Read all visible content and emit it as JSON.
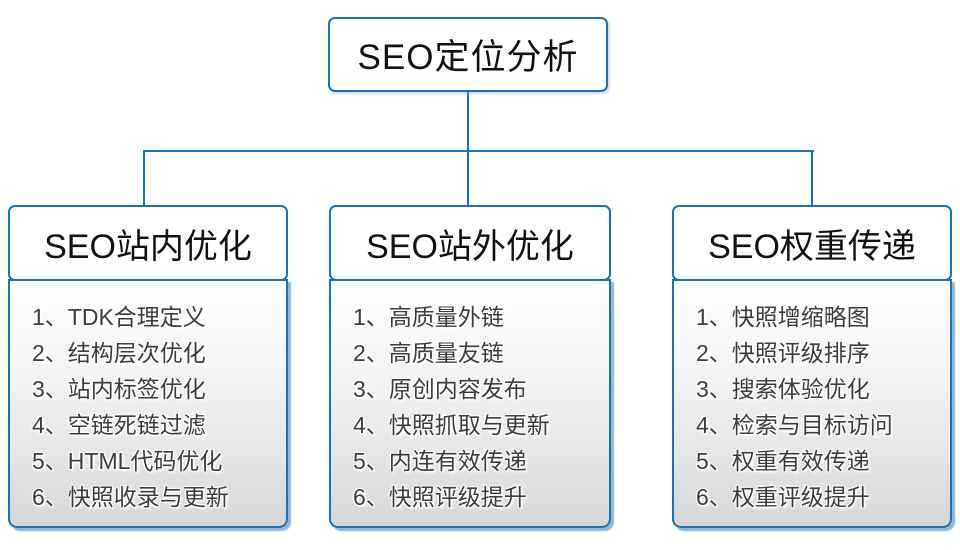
{
  "colors": {
    "accent_blue": "#1374c0",
    "panel_gradient_top": "#ffffff",
    "panel_gradient_bottom": "#d7d7d7",
    "list_text": "#3c3c3c"
  },
  "root": {
    "title": "SEO定位分析"
  },
  "columns": [
    {
      "title": "SEO站内优化",
      "items": [
        "1、TDK合理定义",
        "2、结构层次优化",
        "3、站内标签优化",
        "4、空链死链过滤",
        "5、HTML代码优化",
        "6、快照收录与更新"
      ]
    },
    {
      "title": "SEO站外优化",
      "items": [
        "1、高质量外链",
        "2、高质量友链",
        "3、原创内容发布",
        "4、快照抓取与更新",
        "5、内连有效传递",
        "6、快照评级提升"
      ]
    },
    {
      "title": "SEO权重传递",
      "items": [
        "1、快照增缩略图",
        "2、快照评级排序",
        "3、搜索体验优化",
        "4、检索与目标访问",
        "5、权重有效传递",
        "6、权重评级提升"
      ]
    }
  ]
}
